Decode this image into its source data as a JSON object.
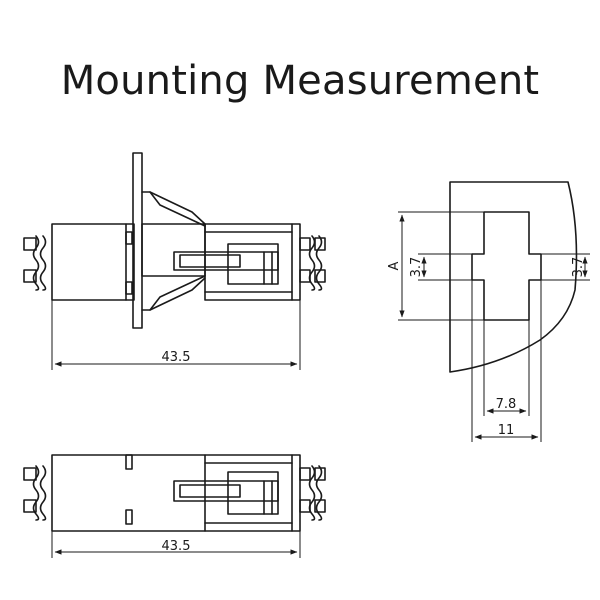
{
  "title": "Mounting Measurement",
  "front_view": {
    "width_dim": "43.5"
  },
  "bottom_view": {
    "width_dim": "43.5"
  },
  "panel_cutout": {
    "height_label": "A",
    "slot_left_dim": "3.7",
    "slot_right_dim": "3.7",
    "inner_width_dim": "7.8",
    "outer_width_dim": "11"
  }
}
